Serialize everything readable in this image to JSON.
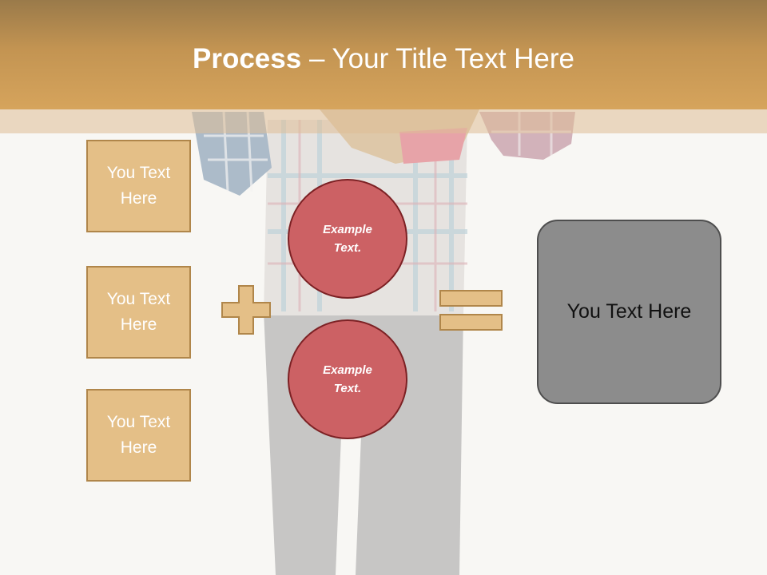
{
  "title": {
    "bold": "Process",
    "rest": " – Your Title Text Here"
  },
  "left_boxes": [
    {
      "label": "You Text Here"
    },
    {
      "label": "You Text Here"
    },
    {
      "label": "You Text Here"
    }
  ],
  "circles": [
    {
      "label": "Example Text."
    },
    {
      "label": "Example Text."
    }
  ],
  "result": {
    "label": "You Text Here"
  },
  "colors": {
    "title_band": "#c39452",
    "box_fill": "#e4bf87",
    "box_border": "#b0864a",
    "circle_fill": "#cc6164",
    "circle_border": "#7c2124",
    "result_fill": "#8c8c8c"
  },
  "icons": {
    "plus": "plus-icon",
    "equals": "equals-icon"
  }
}
